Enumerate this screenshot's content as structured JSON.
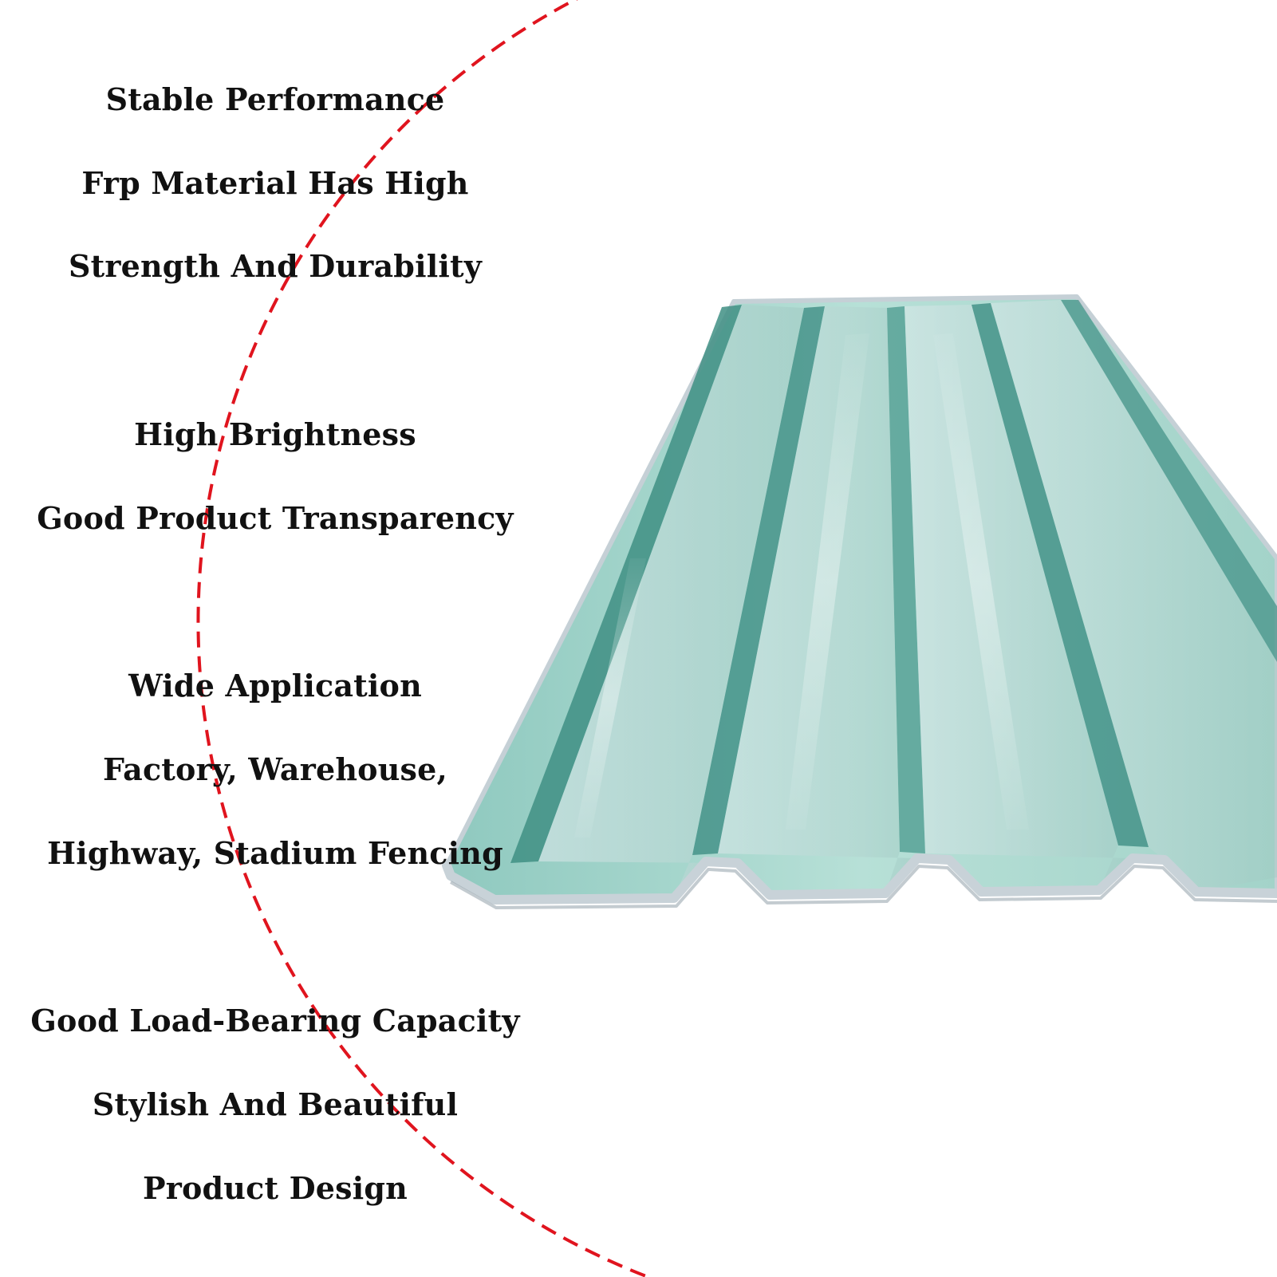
{
  "features": [
    {
      "heading": "Stable Performance",
      "lines": [
        "Frp Material Has High",
        "Strength And Durability"
      ]
    },
    {
      "heading": "High Brightness",
      "lines": [
        "Good Product Transparency"
      ]
    },
    {
      "heading": "Wide Application",
      "lines": [
        "Factory, Warehouse,",
        "Highway, Stadium Fencing"
      ]
    },
    {
      "heading": "Good Load-Bearing Capacity",
      "lines": [
        "Stylish And Beautiful",
        "Product Design"
      ]
    }
  ],
  "colors": {
    "text": "#111111",
    "dashed_arc": "#e0141e",
    "panel_base": "#a9d6cd",
    "panel_dark_stripe": "#3f8f84",
    "panel_edge": "#c8d2d8"
  },
  "icons": {
    "product": "frp-corrugated-roof-panel-image",
    "divider": "red-dashed-arc"
  }
}
